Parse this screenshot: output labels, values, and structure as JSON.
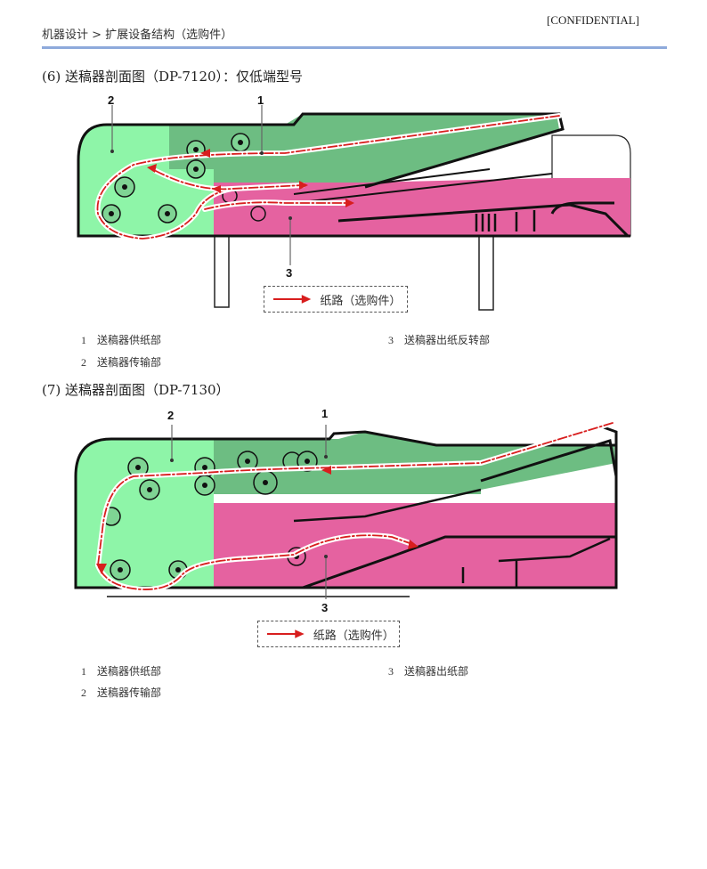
{
  "header": {
    "breadcrumb": "机器设计 > 扩展设备结构（选购件）",
    "confidential": "[CONFIDENTIAL]",
    "rule_color": "#8eaadb"
  },
  "sections": [
    {
      "title": "(6) 送稿器剖面图（DP-7120）：仅低端型号",
      "diagram": {
        "callouts": [
          "2",
          "1",
          "3"
        ],
        "colors": {
          "transport": "#8ef5a8",
          "feed": "#6dbd82",
          "exit": "#e562a0",
          "path": "#d81e1e"
        },
        "path_legend": "纸路（选购件）"
      },
      "legend": [
        {
          "num": "1",
          "label": "送稿器供纸部"
        },
        {
          "num": "3",
          "label": "送稿器出纸反转部"
        },
        {
          "num": "2",
          "label": "送稿器传输部"
        }
      ]
    },
    {
      "title": "(7) 送稿器剖面图（DP-7130）",
      "diagram": {
        "callouts": [
          "2",
          "1",
          "3"
        ],
        "colors": {
          "transport": "#8ef5a8",
          "feed": "#6dbd82",
          "exit": "#e562a0",
          "path": "#d81e1e"
        },
        "path_legend": "纸路（选购件）"
      },
      "legend": [
        {
          "num": "1",
          "label": "送稿器供纸部"
        },
        {
          "num": "3",
          "label": "送稿器出纸部"
        },
        {
          "num": "2",
          "label": "送稿器传输部"
        }
      ]
    }
  ]
}
